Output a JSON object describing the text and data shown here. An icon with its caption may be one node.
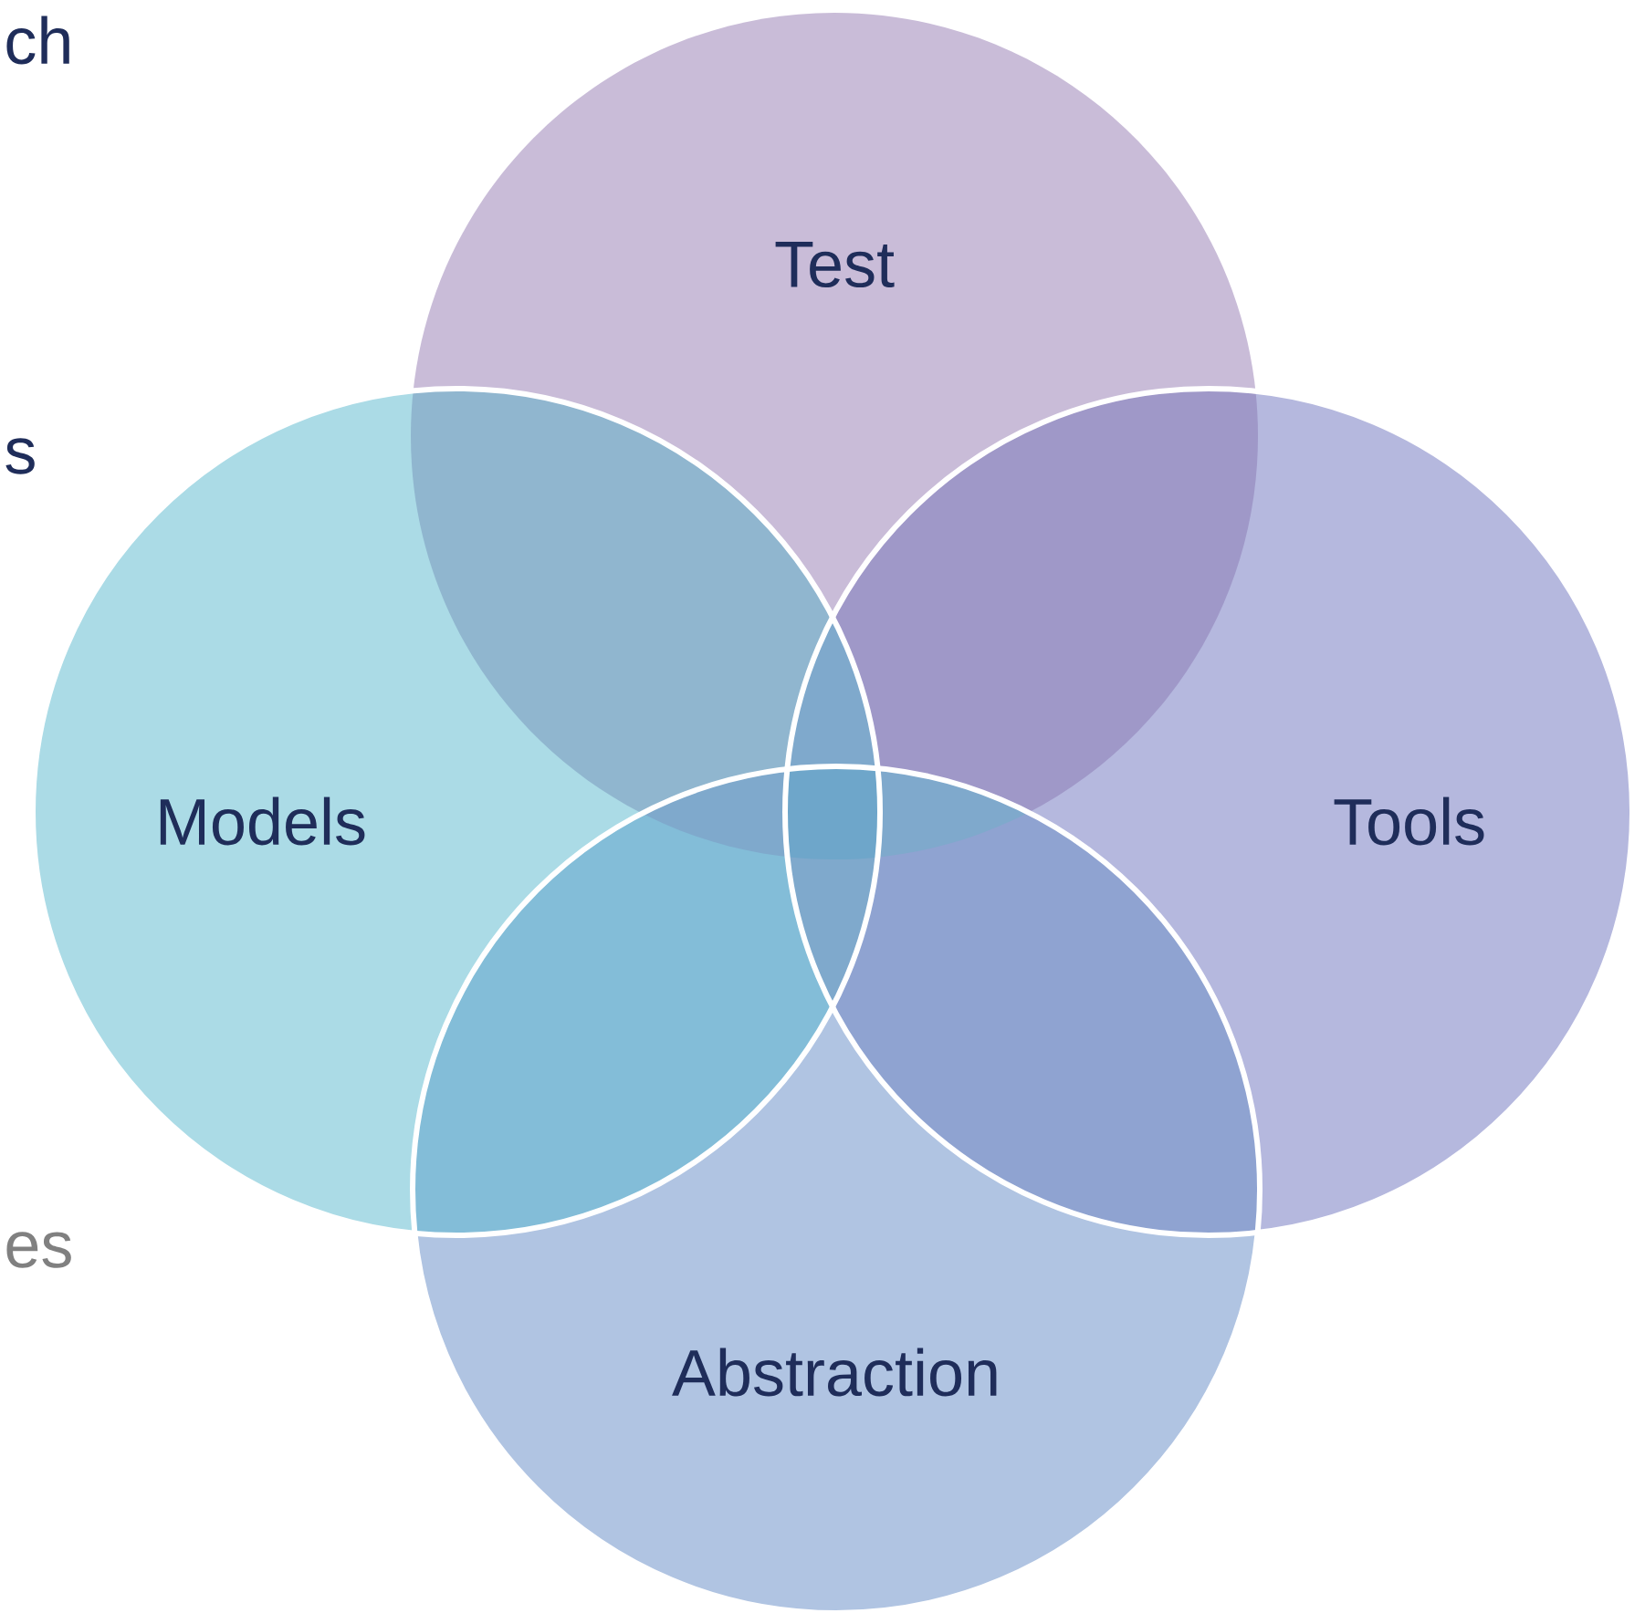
{
  "diagram": {
    "nodes": [
      {
        "text": [
          "Test"
        ]
      },
      {
        "text": [
          "Models"
        ]
      },
      {
        "text": [
          "Tools"
        ]
      },
      {
        "text": [
          "Abstraction"
        ]
      }
    ],
    "labels": [
      "ch",
      "s",
      "es"
    ]
  }
}
